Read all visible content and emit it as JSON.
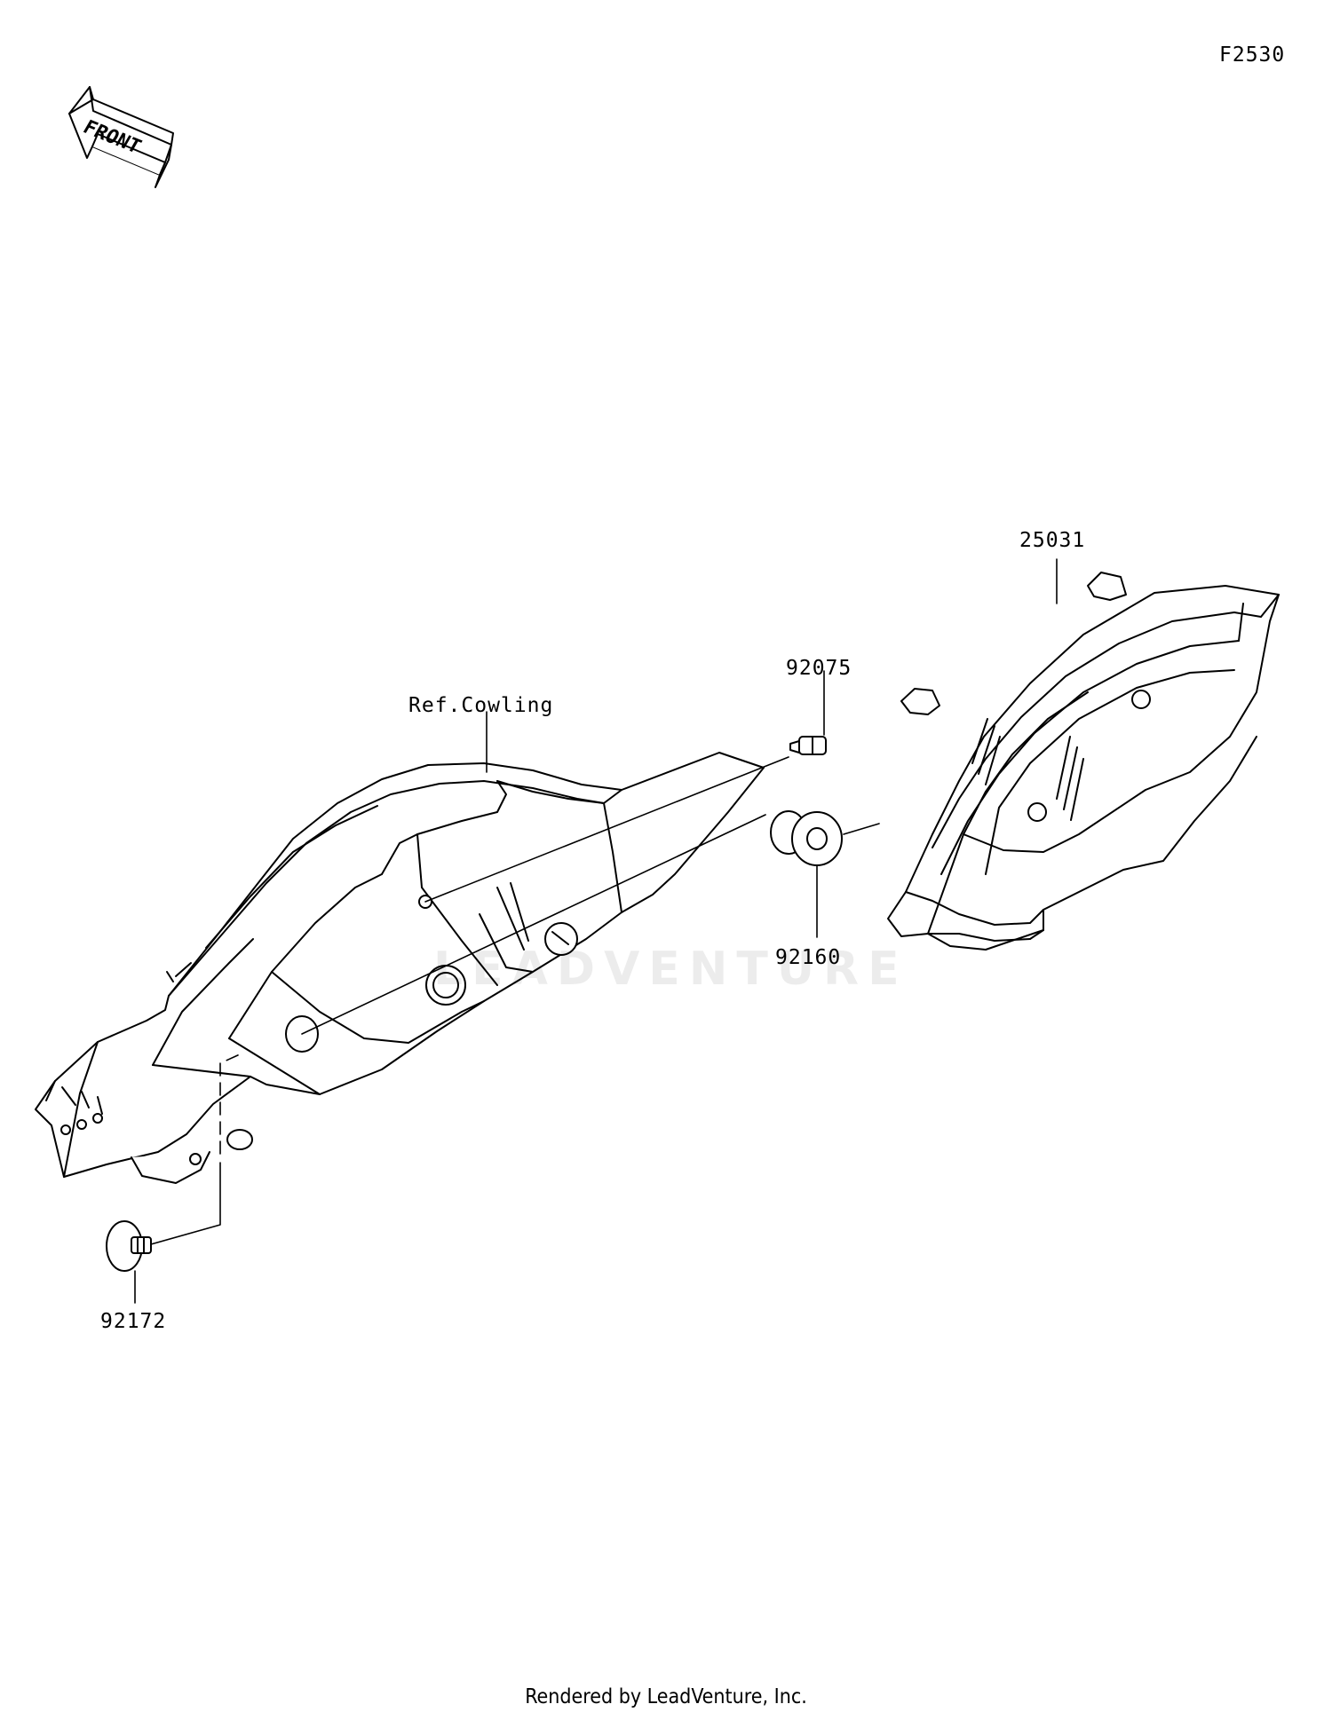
{
  "figure_id": "F2530",
  "front_arrow": {
    "text": "FRONT",
    "icon": "front-arrow-icon"
  },
  "parts": [
    {
      "number": "25031",
      "description": ""
    },
    {
      "number": "92075",
      "description": ""
    },
    {
      "number": "92160",
      "description": ""
    },
    {
      "number": "92172",
      "description": ""
    }
  ],
  "reference": {
    "label": "Ref.Cowling"
  },
  "watermark": {
    "text": "LEADVENTURE"
  },
  "footer": {
    "credit": "Rendered by LeadVenture, Inc."
  },
  "colors": {
    "line": "#000000",
    "background": "#ffffff"
  }
}
